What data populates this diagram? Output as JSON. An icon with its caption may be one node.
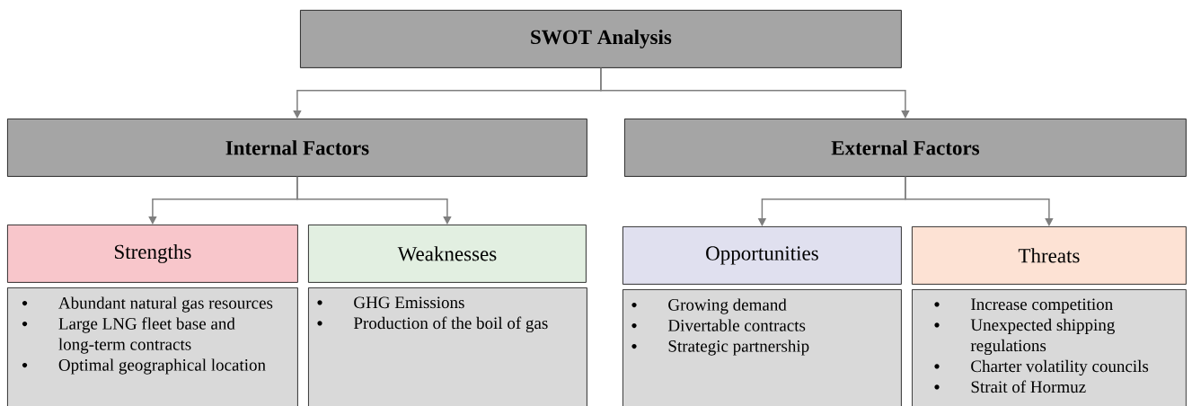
{
  "diagram": {
    "nodes": [
      {
        "text": [
          "SWOT Analysis"
        ]
      },
      {
        "text": [
          "Internal Factors"
        ]
      },
      {
        "text": [
          "External Factors"
        ]
      },
      {
        "text": [
          "Strengths"
        ]
      },
      {
        "text": [
          "Abundant natural gas resources",
          "Large LNG fleet base and long-term contracts",
          "Optimal geographical location"
        ]
      },
      {
        "text": [
          "Weaknesses"
        ]
      },
      {
        "text": [
          "GHG Emissions",
          "Production of the boil of gas"
        ]
      },
      {
        "text": [
          "Opportunities"
        ]
      },
      {
        "text": [
          "Growing demand",
          "Divertable contracts",
          "Strategic partnership"
        ]
      },
      {
        "text": [
          "Threats"
        ]
      },
      {
        "text": [
          "Increase competition",
          "Unexpected shipping regulations",
          "Charter volatility councils",
          "Strait of Hormuz"
        ]
      }
    ],
    "edges": [
      {
        "from": 0,
        "to": 1,
        "arrow": "to"
      },
      {
        "from": 0,
        "to": 2,
        "arrow": "to"
      },
      {
        "from": 1,
        "to": 3,
        "arrow": "to"
      },
      {
        "from": 1,
        "to": 5,
        "arrow": "to"
      },
      {
        "from": 2,
        "to": 7,
        "arrow": "to"
      },
      {
        "from": 2,
        "to": 9,
        "arrow": "to"
      }
    ]
  }
}
